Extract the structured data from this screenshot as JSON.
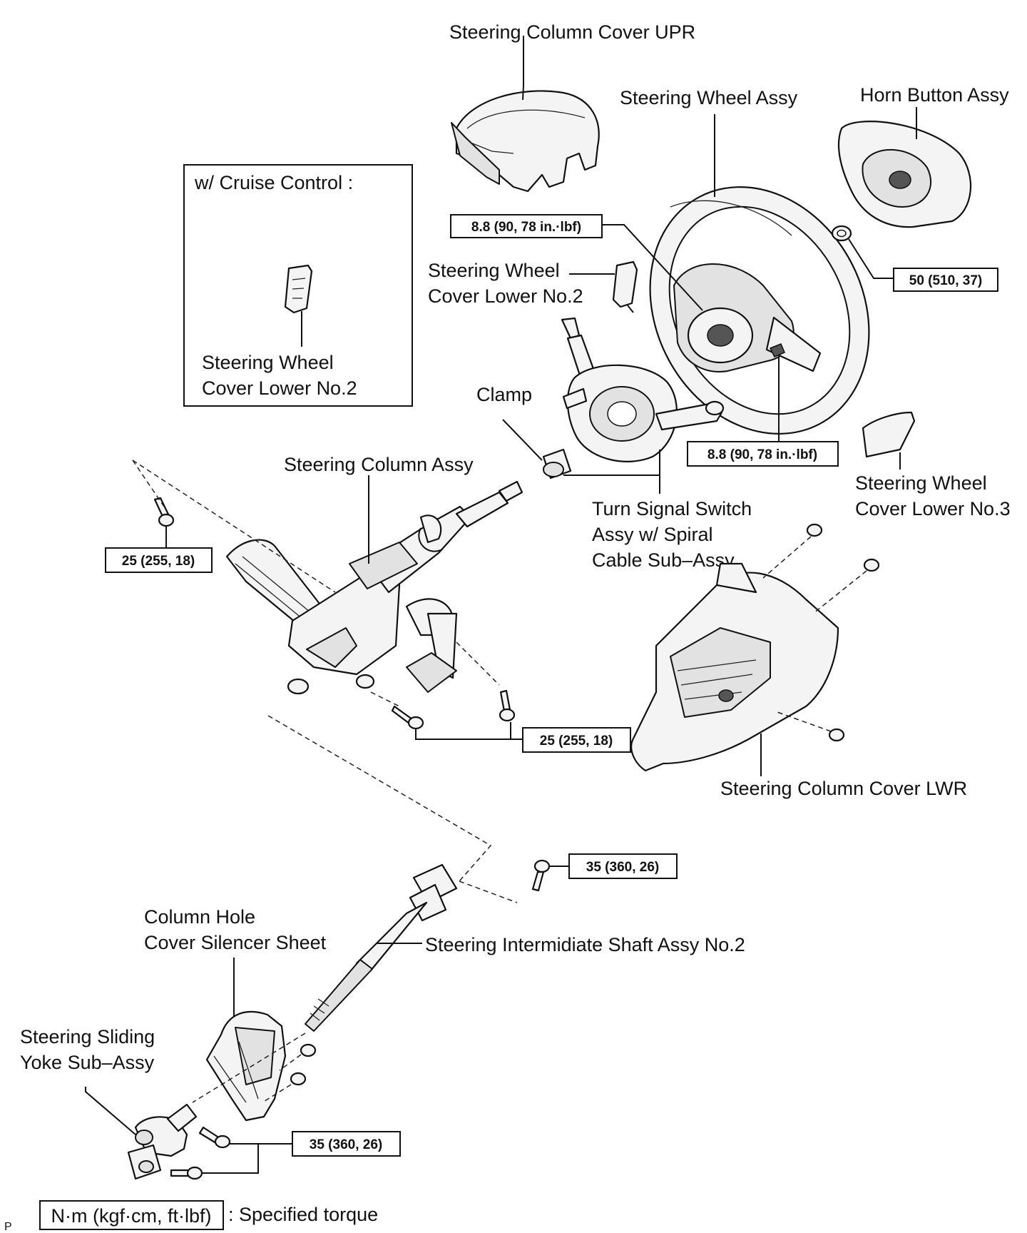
{
  "labels": {
    "column_cover_upr": "Steering Column Cover UPR",
    "wheel_assy": "Steering Wheel Assy",
    "horn_button": "Horn Button Assy",
    "cruise_title": "w/ Cruise Control :",
    "cruise_part_1": "Steering Wheel",
    "cruise_part_2": "Cover Lower No.2",
    "cover_no2_1": "Steering Wheel",
    "cover_no2_2": "Cover Lower No.2",
    "clamp": "Clamp",
    "column_assy": "Steering Column Assy",
    "turn_signal_1": "Turn Signal Switch",
    "turn_signal_2": "Assy w/ Spiral",
    "turn_signal_3": "Cable Sub–Assy",
    "cover_no3_1": "Steering Wheel",
    "cover_no3_2": "Cover Lower No.3",
    "column_cover_lwr": "Steering Column Cover LWR",
    "silencer_1": "Column Hole",
    "silencer_2": "Cover Silencer Sheet",
    "intermediate_shaft": "Steering Intermidiate Shaft Assy No.2",
    "yoke_1": "Steering Sliding",
    "yoke_2": "Yoke Sub–Assy"
  },
  "torques": {
    "wheel_nut": "8.8 (90, 78 in.·lbf)",
    "horn_nut": "50 (510, 37)",
    "wheel_screw": "8.8 (90, 78 in.·lbf)",
    "column_upper_bolt": "25 (255, 18)",
    "column_lower_bolts": "25 (255, 18)",
    "shaft_bolt": "35 (360, 26)",
    "yoke_bolts": "35 (360, 26)"
  },
  "legend": {
    "unit": "N·m (kgf·cm, ft·lbf)",
    "text": ": Specified torque"
  },
  "corner_mark": "P"
}
